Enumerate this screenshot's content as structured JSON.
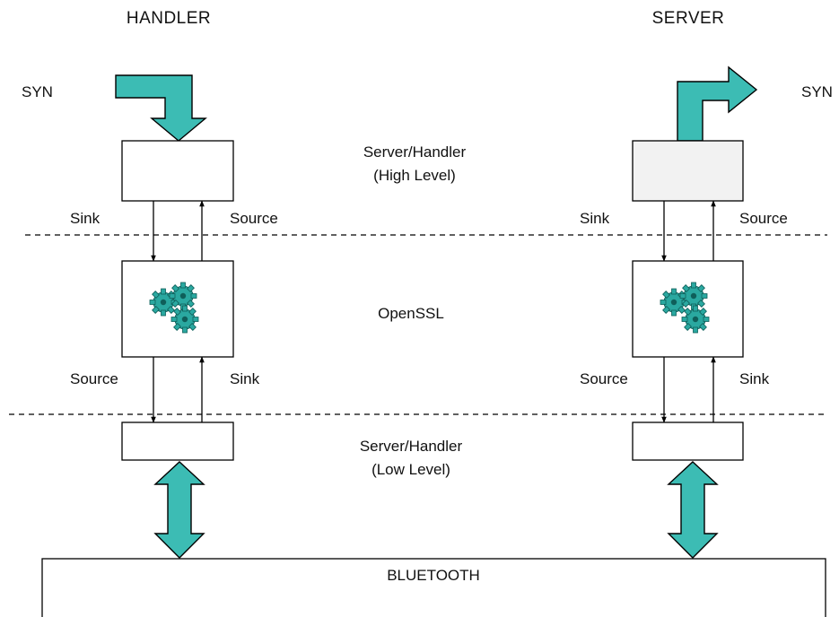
{
  "columns": {
    "left_title": "HANDLER",
    "right_title": "SERVER"
  },
  "syn_in_label": "SYN",
  "syn_out_label": "SYN",
  "layers": {
    "high": {
      "line1": "Server/Handler",
      "line2": "(High Level)"
    },
    "middle": {
      "label": "OpenSSL"
    },
    "low": {
      "line1": "Server/Handler",
      "line2": "(Low Level)"
    }
  },
  "flow_labels": {
    "sink": "Sink",
    "source": "Source"
  },
  "bottom": {
    "label": "BLUETOOTH"
  },
  "icons": {
    "openssl": "gears-icon",
    "syn_in": "bent-arrow-down-icon",
    "syn_out": "bent-arrow-right-icon",
    "link": "double-arrow-vertical-icon"
  },
  "colors": {
    "arrow_fill": "#3cbcb4",
    "server_high_box_fill": "#f2f2f2"
  }
}
